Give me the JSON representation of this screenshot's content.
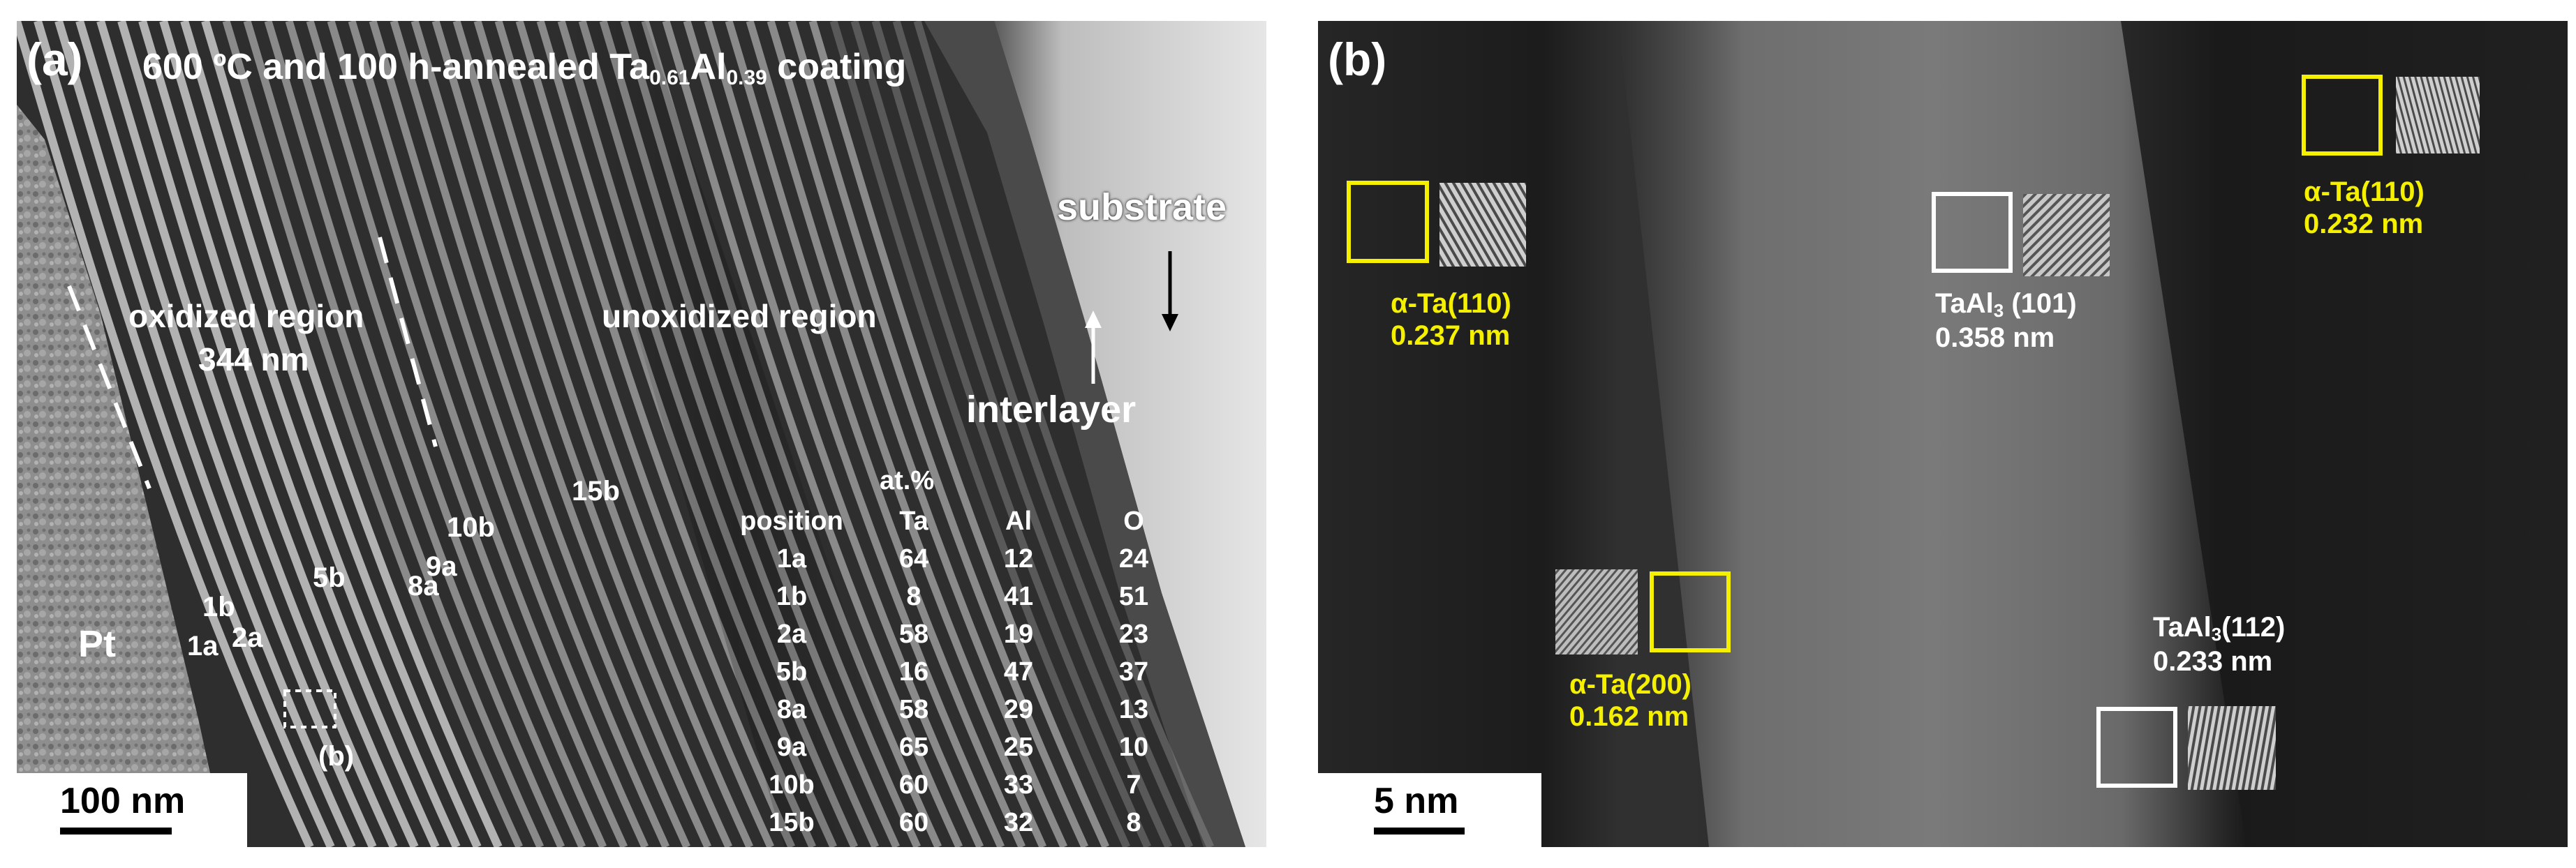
{
  "panel_a": {
    "panel_label": "(a)",
    "title_pre": "600 ºC and 100 h-annealed Ta",
    "title_sub1": "0.61",
    "title_mid": "Al",
    "title_sub2": "0.39",
    "title_post": " coating",
    "oxidized_region_label": "oxidized region",
    "oxidized_thickness": "344 nm",
    "unoxidized_region_label": "unoxidized region",
    "substrate_label": "substrate",
    "interlayer_label": "interlayer",
    "pt_label": "Pt",
    "inset_box_label": "(b)",
    "position_markers": [
      "1a",
      "1b",
      "2a",
      "5b",
      "8a",
      "9a",
      "10b",
      "15b"
    ],
    "scale_bar": "100 nm",
    "composition_table": {
      "units": "at.%",
      "headers": [
        "position",
        "Ta",
        "Al",
        "O"
      ],
      "rows": [
        [
          "1a",
          "64",
          "12",
          "24"
        ],
        [
          "1b",
          "8",
          "41",
          "51"
        ],
        [
          "2a",
          "58",
          "19",
          "23"
        ],
        [
          "5b",
          "16",
          "47",
          "37"
        ],
        [
          "8a",
          "58",
          "29",
          "13"
        ],
        [
          "9a",
          "65",
          "25",
          "10"
        ],
        [
          "10b",
          "60",
          "33",
          "7"
        ],
        [
          "15b",
          "60",
          "32",
          "8"
        ]
      ]
    }
  },
  "panel_b": {
    "panel_label": "(b)",
    "scale_bar": "5 nm",
    "fft_annotations": [
      {
        "phase": "α-Ta",
        "plane": "(110)",
        "spacing": "0.237 nm",
        "color": "#f5f000"
      },
      {
        "phase": "TaAl",
        "phase_sub": "3",
        "plane": "(101)",
        "spacing": "0.358 nm",
        "color": "#ffffff"
      },
      {
        "phase": "α-Ta",
        "plane": "(110)",
        "spacing": "0.232 nm",
        "color": "#f5f000"
      },
      {
        "phase": "α-Ta",
        "plane": "(200)",
        "spacing": "0.162 nm",
        "color": "#f5f000"
      },
      {
        "phase": "TaAl",
        "phase_sub": "3",
        "plane": "(112)",
        "spacing": "0.233 nm",
        "color": "#ffffff"
      }
    ]
  }
}
